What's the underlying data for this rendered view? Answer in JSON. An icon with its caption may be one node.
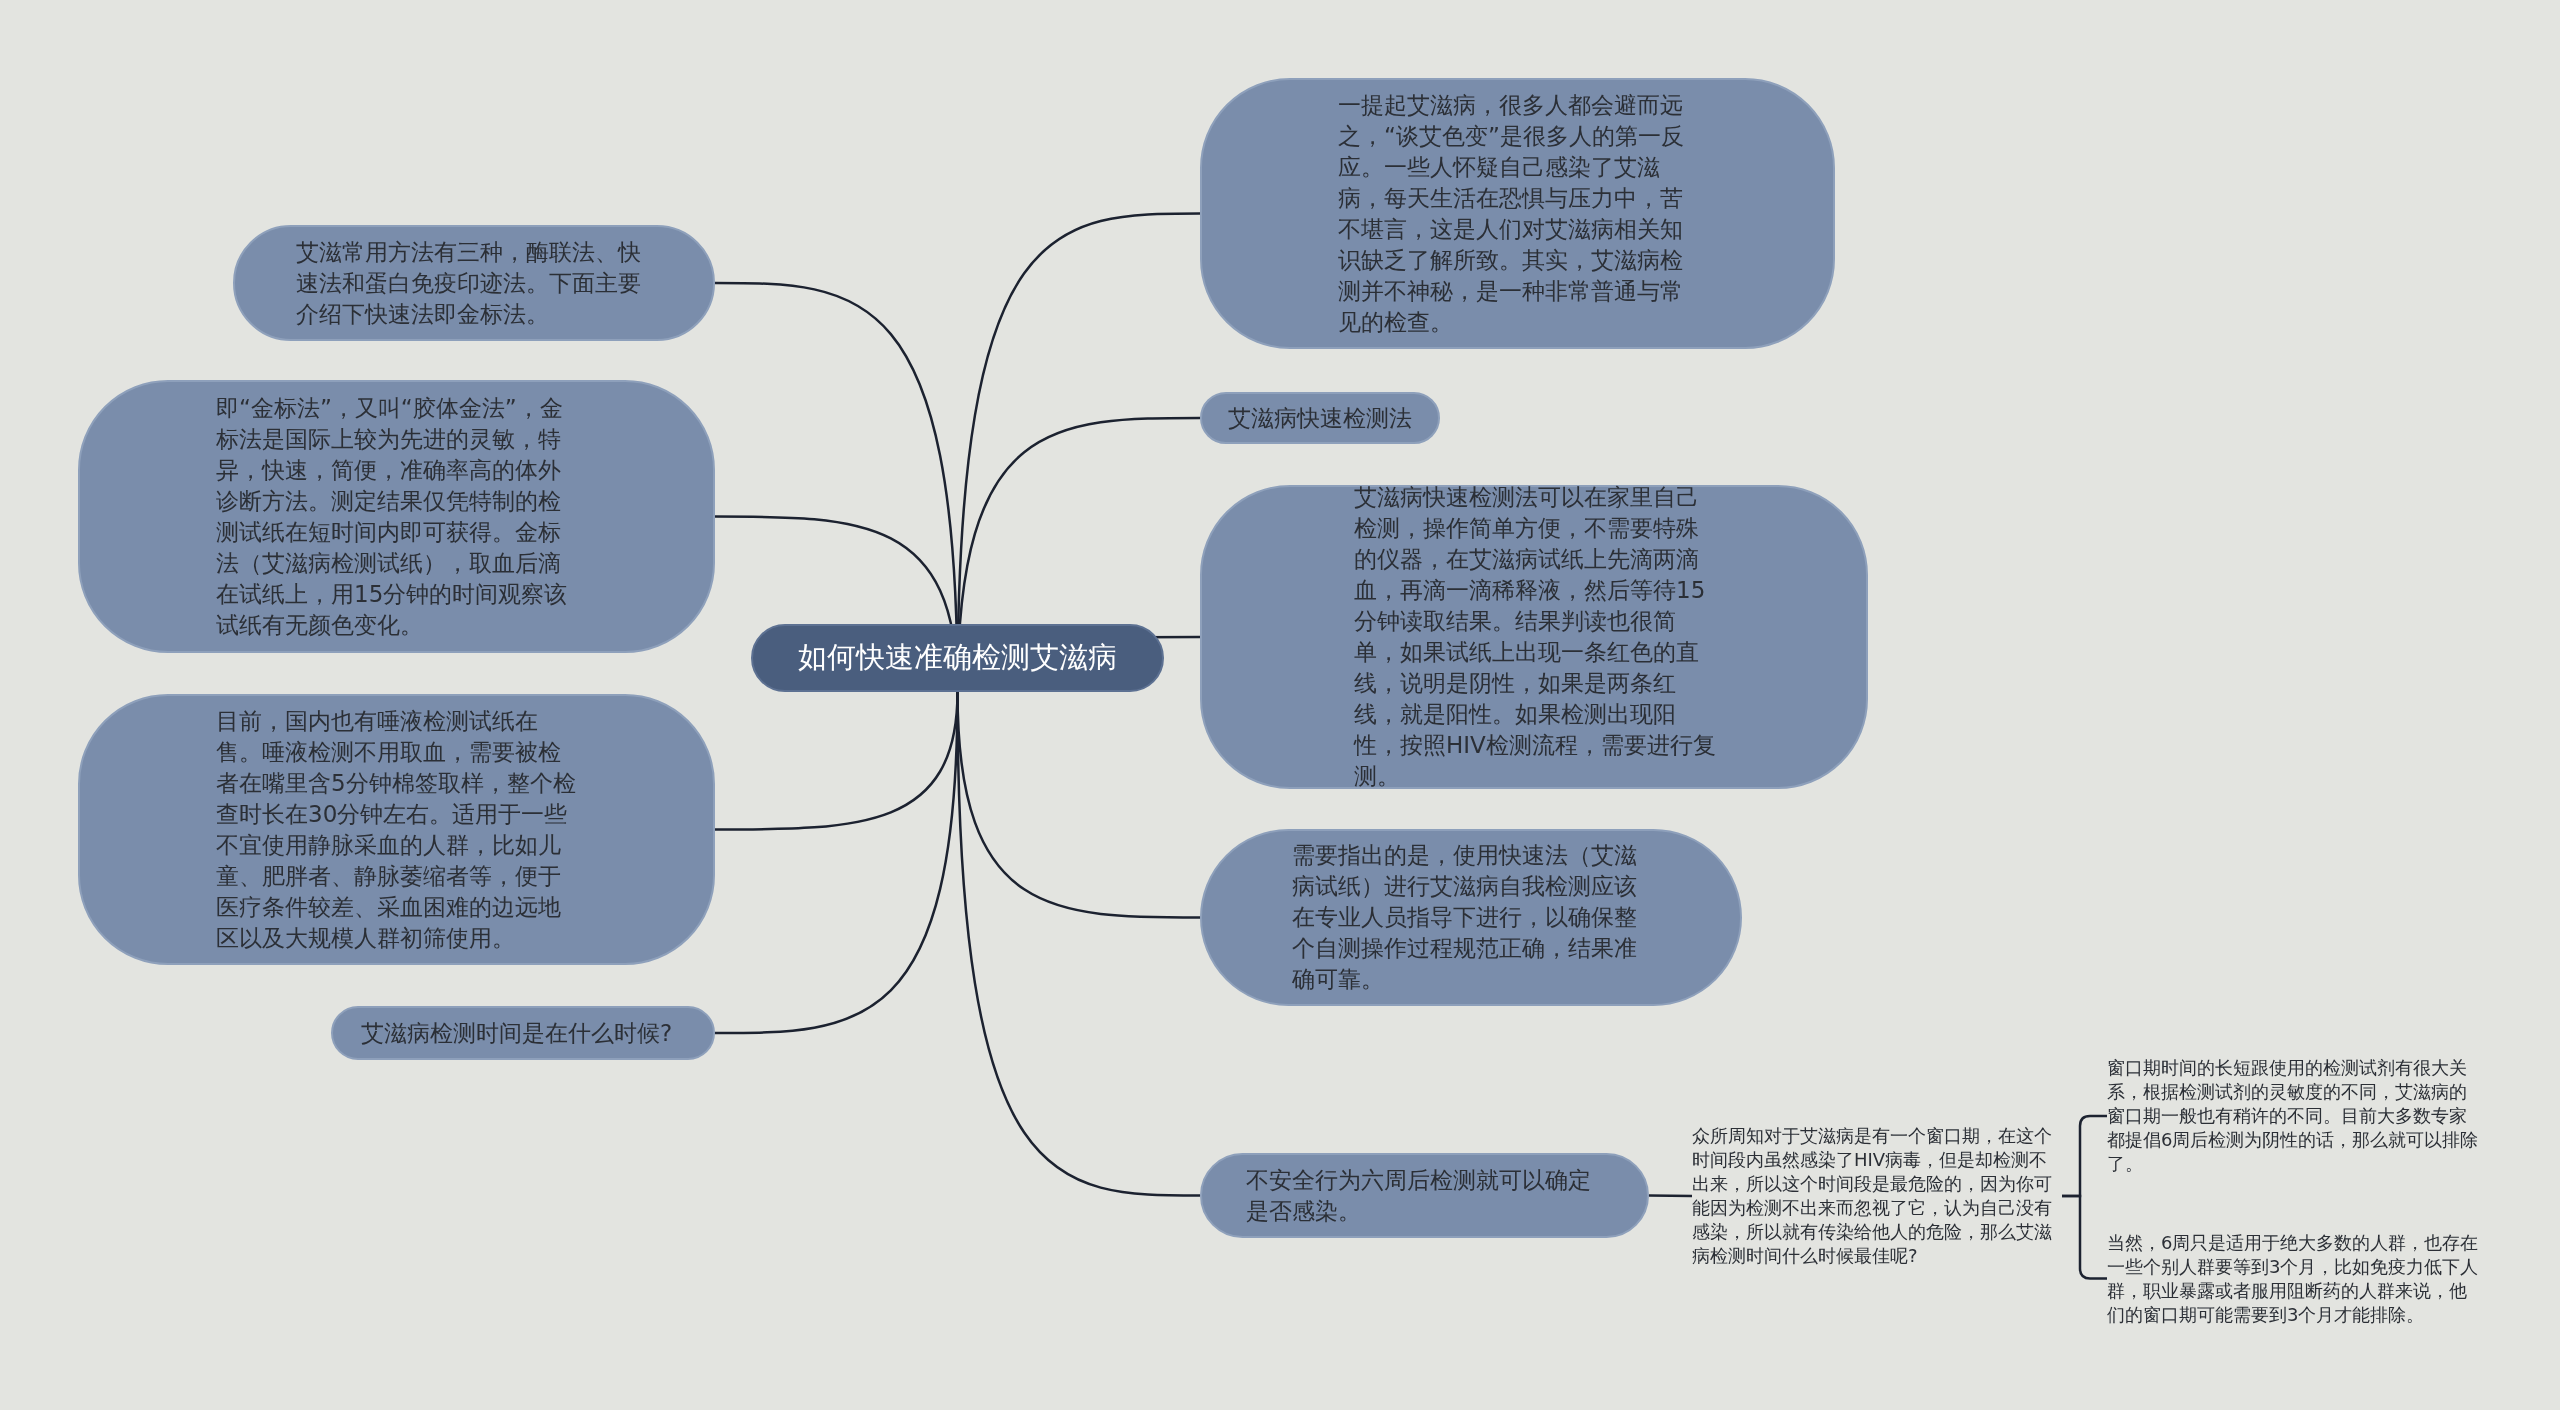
{
  "diagram": {
    "nodes": [
      {
        "text": [
          "如何快速准确检测艾滋病"
        ]
      },
      {
        "text": [
          "艾滋常用方法有三种，酶联法、快速法和蛋白免疫印迹法。下面主要介绍下快速法即金标法。"
        ]
      },
      {
        "text": [
          "即“金标法”，又叫“胶体金法”，金标法是国际上较为先进的灵敏，特异，快速，简便，准确率高的体外诊断方法。测定结果仅凭特制的检测试纸在短时间内即可获得。金标法（艾滋病检测试纸），取血后滴在试纸上，用15分钟的时间观察该试纸有无颜色变化。"
        ]
      },
      {
        "text": [
          "目前，国内也有唾液检测试纸在售。唾液检测不用取血，需要被检者在嘴里含5分钟棉签取样，整个检查时长在30分钟左右。适用于一些不宜使用静脉采血的人群，比如儿童、肥胖者、静脉萎缩者等，便于医疗条件较差、采血困难的边远地区以及大规模人群初筛使用。"
        ]
      },
      {
        "text": [
          "艾滋病检测时间是在什么时候?"
        ]
      },
      {
        "text": [
          "一提起艾滋病，很多人都会避而远之，“谈艾色变”是很多人的第一反应。一些人怀疑自己感染了艾滋病，每天生活在恐惧与压力中，苦不堪言，这是人们对艾滋病相关知识缺乏了解所致。其实，艾滋病检测并不神秘，是一种非常普通与常见的检查。"
        ]
      },
      {
        "text": [
          "艾滋病快速检测法"
        ]
      },
      {
        "text": [
          "艾滋病快速检测法可以在家里自己检测，操作简单方便，不需要特殊的仪器，在艾滋病试纸上先滴两滴血，再滴一滴稀释液，然后等待15分钟读取结果。结果判读也很简单，如果试纸上出现一条红色的直线，说明是阴性，如果是两条红线，就是阳性。如果检测出现阳性，按照HIV检测流程，需要进行复测。"
        ]
      },
      {
        "text": [
          "需要指出的是，使用快速法（艾滋病试纸）进行艾滋病自我检测应该在专业人员指导下进行，以确保整个自测操作过程规范正确，结果准确可靠。"
        ]
      },
      {
        "text": [
          "不安全行为六周后检测就可以确定是否感染。"
        ]
      },
      {
        "text": [
          "众所周知对于艾滋病是有一个窗口期，在这个时间段内虽然感染了HIV病毒，但是却检测不出来，所以这个时间段是最危险的，因为你可能因为检测不出来而忽视了它，认为自己没有感染，所以就有传染给他人的危险，那么艾滋病检测时间什么时候最佳呢?"
        ]
      },
      {
        "text": [
          "窗口期时间的长短跟使用的检测试剂有很大关系，根据检测试剂的灵敏度的不同，艾滋病的窗口期一般也有稍许的不同。目前大多数专家都提倡6周后检测为阴性的话，那么就可以排除了。"
        ]
      },
      {
        "text": [
          "当然，6周只是适用于绝大多数的人群，也存在一些个别人群要等到3个月，比如免疫力低下人群，职业暴露或者服用阻断药的人群来说，他们的窗口期可能需要到3个月才能排除。"
        ]
      }
    ],
    "edges": [
      {
        "from": 0,
        "to": 1,
        "arrow": "none"
      },
      {
        "from": 0,
        "to": 2,
        "arrow": "none"
      },
      {
        "from": 0,
        "to": 3,
        "arrow": "none"
      },
      {
        "from": 0,
        "to": 4,
        "arrow": "none"
      },
      {
        "from": 0,
        "to": 5,
        "arrow": "none"
      },
      {
        "from": 0,
        "to": 6,
        "arrow": "none"
      },
      {
        "from": 0,
        "to": 7,
        "arrow": "none"
      },
      {
        "from": 0,
        "to": 8,
        "arrow": "none"
      },
      {
        "from": 0,
        "to": 9,
        "arrow": "none"
      },
      {
        "from": 9,
        "to": 10,
        "arrow": "none"
      },
      {
        "from": 10,
        "to": 11,
        "arrow": "none"
      },
      {
        "from": 10,
        "to": 12,
        "arrow": "none"
      }
    ]
  }
}
